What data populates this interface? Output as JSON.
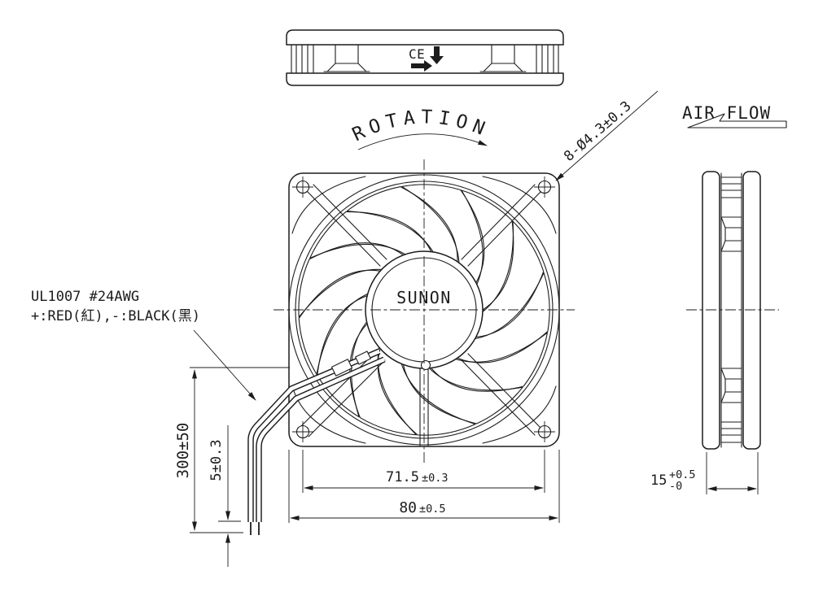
{
  "colors": {
    "line": "#1c1c1c",
    "background": "#ffffff"
  },
  "views": {
    "front": {
      "brand": "SUNON",
      "rotation_label": "ROTATION",
      "hole_spec": "8-Ø4.3±0.3"
    },
    "top": {
      "ce_mark": "CE"
    },
    "side": {
      "airflow_label": "AIR FLOW"
    }
  },
  "wire": {
    "spec": "UL1007  #24AWG",
    "colors": "+:RED(紅),-:BLACK(黑)"
  },
  "dimensions": {
    "wire_length": "300±50",
    "strip_length": "5±0.3",
    "hole_pitch": {
      "value": "71.5",
      "tolerance": "±0.3"
    },
    "frame_width": {
      "value": "80",
      "tolerance": "±0.5"
    },
    "frame_depth": {
      "value": "15",
      "tolerance_plus": "+0.5",
      "tolerance_minus": "-0"
    }
  }
}
